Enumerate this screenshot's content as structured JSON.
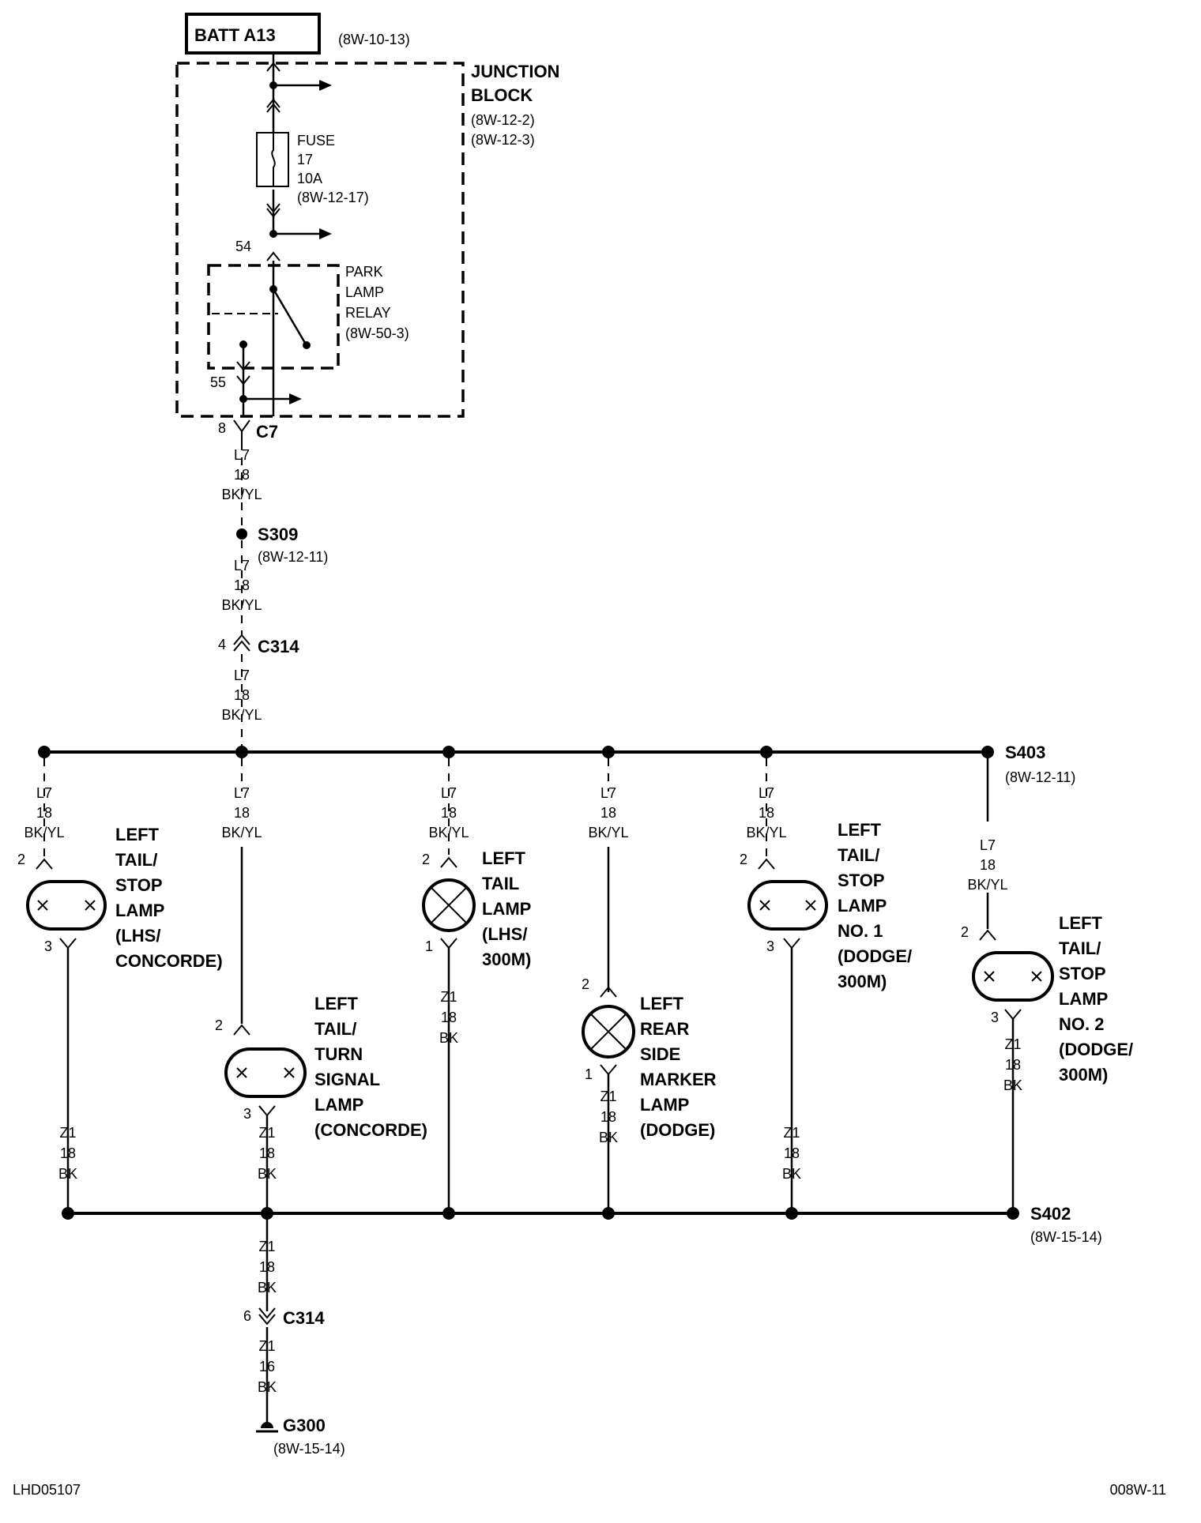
{
  "battery": {
    "label": "BATT A13",
    "ref": "(8W-10-13)"
  },
  "junction_block": {
    "title_1": "JUNCTION",
    "title_2": "BLOCK",
    "ref_1": "(8W-12-2)",
    "ref_2": "(8W-12-3)"
  },
  "fuse": {
    "l1": "FUSE",
    "l2": "17",
    "l3": "10A",
    "ref": "(8W-12-17)"
  },
  "relay": {
    "l1": "PARK",
    "l2": "LAMP",
    "l3": "RELAY",
    "ref": "(8W-50-3)",
    "pin_in": "54",
    "pin_out": "55"
  },
  "c7": {
    "pin": "8",
    "label": "C7"
  },
  "wire_l7": {
    "circuit": "L7",
    "gauge": "18",
    "color": "BK/YL"
  },
  "wire_z1": {
    "circuit": "Z1",
    "gauge": "18",
    "color": "BK"
  },
  "wire_z1_16": {
    "circuit": "Z1",
    "gauge": "16",
    "color": "BK"
  },
  "s309": {
    "label": "S309",
    "ref": "(8W-12-11)"
  },
  "c314_top": {
    "pin": "4",
    "label": "C314"
  },
  "c314_bottom": {
    "pin": "6",
    "label": "C314"
  },
  "s403": {
    "label": "S403",
    "ref": "(8W-12-11)"
  },
  "s402": {
    "label": "S402",
    "ref": "(8W-15-14)"
  },
  "g300": {
    "label": "G300",
    "ref": "(8W-15-14)"
  },
  "lamps": [
    {
      "pin_top": "2",
      "pin_bottom": "3",
      "lines": [
        "LEFT",
        "TAIL/",
        "STOP",
        "LAMP",
        "(LHS/",
        "CONCORDE)"
      ]
    },
    {
      "pin_top": "2",
      "pin_bottom": "3",
      "lines": [
        "LEFT",
        "TAIL/",
        "TURN",
        "SIGNAL",
        "LAMP",
        "(CONCORDE)"
      ]
    },
    {
      "pin_top": "2",
      "pin_bottom": "1",
      "lines": [
        "LEFT",
        "TAIL",
        "LAMP",
        "(LHS/",
        "300M)"
      ]
    },
    {
      "pin_top": "2",
      "pin_bottom": "1",
      "lines": [
        "LEFT",
        "REAR",
        "SIDE",
        "MARKER",
        "LAMP",
        "(DODGE)"
      ]
    },
    {
      "pin_top": "2",
      "pin_bottom": "3",
      "lines": [
        "LEFT",
        "TAIL/",
        "STOP",
        "LAMP",
        "NO. 1",
        "(DODGE/",
        "300M)"
      ]
    },
    {
      "pin_top": "2",
      "pin_bottom": "3",
      "lines": [
        "LEFT",
        "TAIL/",
        "STOP",
        "LAMP",
        "NO. 2",
        "(DODGE/",
        "300M)"
      ]
    }
  ],
  "footer": {
    "left": "LHD05107",
    "right": "008W-11"
  }
}
